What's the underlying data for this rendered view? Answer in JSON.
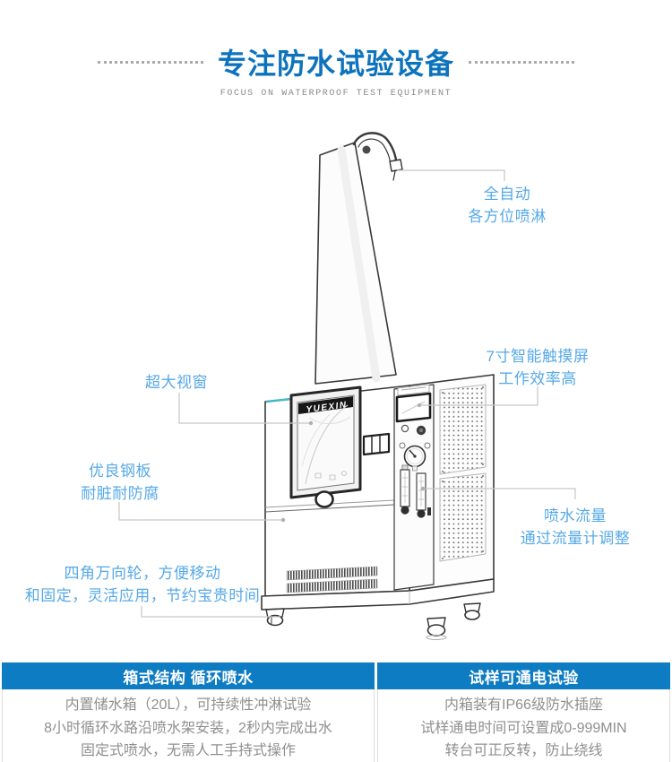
{
  "header": {
    "title": "专注防水试验设备",
    "subtitle": "FOCUS ON WATERPROOF TEST EQUIPMENT"
  },
  "machine": {
    "brand_label": "YUEXIN"
  },
  "callouts": [
    {
      "id": "auto-spray",
      "lines": [
        "全自动",
        "各方位喷淋"
      ]
    },
    {
      "id": "touchscreen",
      "lines": [
        "7寸智能触摸屏",
        "工作效率高"
      ]
    },
    {
      "id": "big-window",
      "lines": [
        "超大视窗"
      ]
    },
    {
      "id": "steel-panel",
      "lines": [
        "优良钢板",
        "耐脏耐防腐"
      ]
    },
    {
      "id": "water-flow",
      "lines": [
        "喷水流量",
        "通过流量计调整"
      ]
    },
    {
      "id": "casters",
      "lines": [
        "四角万向轮，方便移动",
        "和固定，灵活应用，节约宝贵时间"
      ]
    }
  ],
  "features": [
    {
      "title": "箱式结构 循环喷水",
      "lines": [
        "内置储水箱（20L），可持续性冲淋试验",
        "8小时循环水路沿喷水架安装，2秒内完成出水",
        "固定式喷水，无需人工手持式操作"
      ]
    },
    {
      "title": "试样可通电试验",
      "lines": [
        "内箱装有IP66级防水插座",
        "试样通电时间可设置成0-999MIN",
        "转台可正反转，防止绕线"
      ]
    }
  ],
  "colors": {
    "title_blue": "#0d73bc",
    "callout_blue": "#56a9e7",
    "table_header_bg": "#0e7cc3",
    "body_text_gray": "#8f8f8f",
    "accent_teal": "#45b8c6"
  }
}
